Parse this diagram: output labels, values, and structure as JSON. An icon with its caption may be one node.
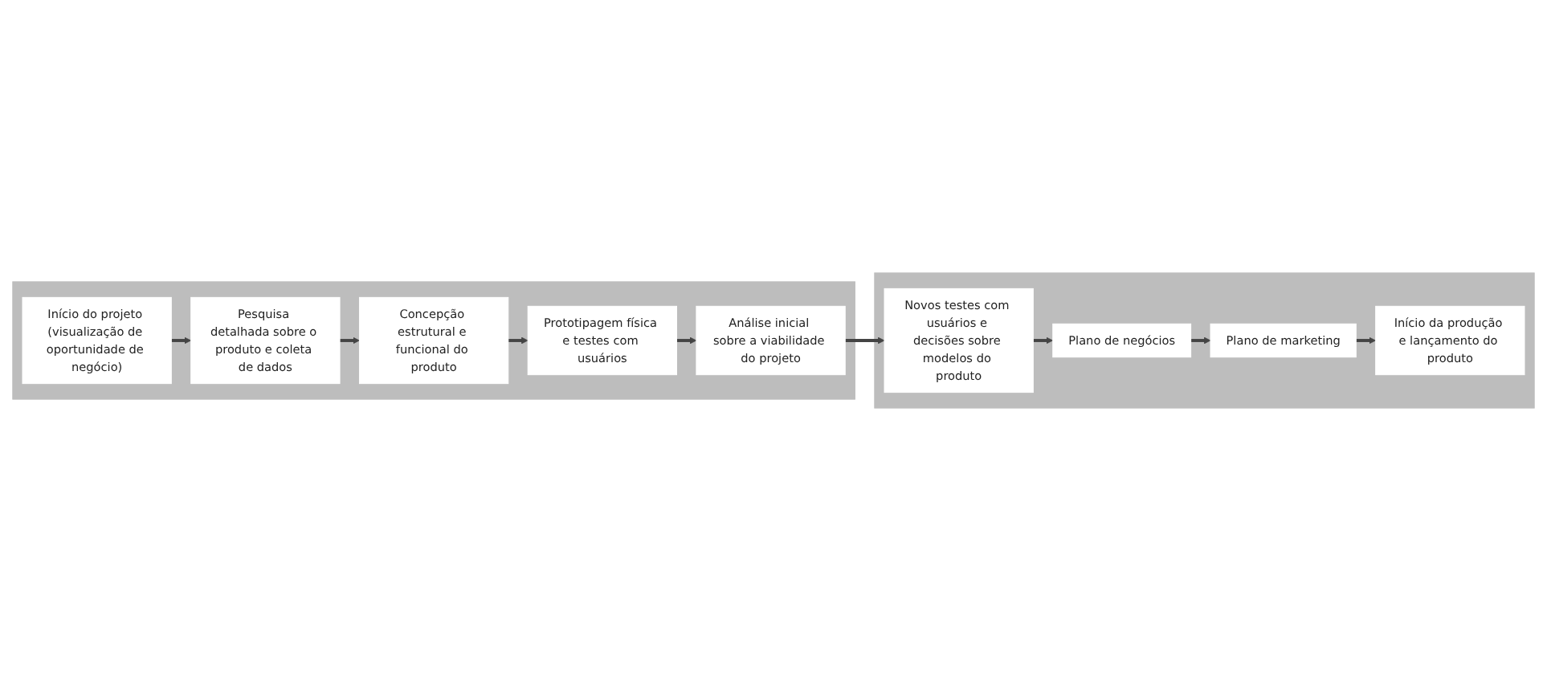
{
  "diagram": {
    "nodes": [
      {
        "text": [],
        "shape": "band"
      },
      {
        "text": [
          "Início do projeto (visualização de oportunidade de negócio)"
        ],
        "in": 0
      },
      {
        "text": [
          "Pesquisa detalhada sobre o produto e coleta de dados"
        ],
        "in": 0
      },
      {
        "text": [
          "Concepção estrutural e funcional do produto"
        ],
        "in": 0
      },
      {
        "text": [
          "Prototipagem física e testes com usuários"
        ],
        "in": 0
      },
      {
        "text": [
          "Análise inicial sobre a viabilidade do projeto"
        ],
        "in": 0
      },
      {
        "text": [],
        "shape": "band"
      },
      {
        "text": [
          "Início da produção e lançamento do produto"
        ],
        "in": 6
      },
      {
        "text": [
          "Plano de marketing"
        ],
        "in": 6
      },
      {
        "text": [
          "Plano de negócios"
        ],
        "in": 6
      },
      {
        "text": [
          "Novos testes com usuários e decisões sobre modelos do produto"
        ],
        "in": 6
      }
    ],
    "edges": [
      {
        "from": 1,
        "to": 2,
        "arrow": "to"
      },
      {
        "from": 2,
        "to": 3,
        "arrow": "to"
      },
      {
        "from": 3,
        "to": 4,
        "arrow": "to"
      },
      {
        "from": 4,
        "to": 5,
        "arrow": "to"
      },
      {
        "from": 5,
        "to": 10,
        "arrow": "to"
      },
      {
        "from": 10,
        "to": 9,
        "arrow": "to"
      },
      {
        "from": 9,
        "to": 8,
        "arrow": "to"
      },
      {
        "from": 8,
        "to": 7,
        "arrow": "to"
      }
    ]
  }
}
